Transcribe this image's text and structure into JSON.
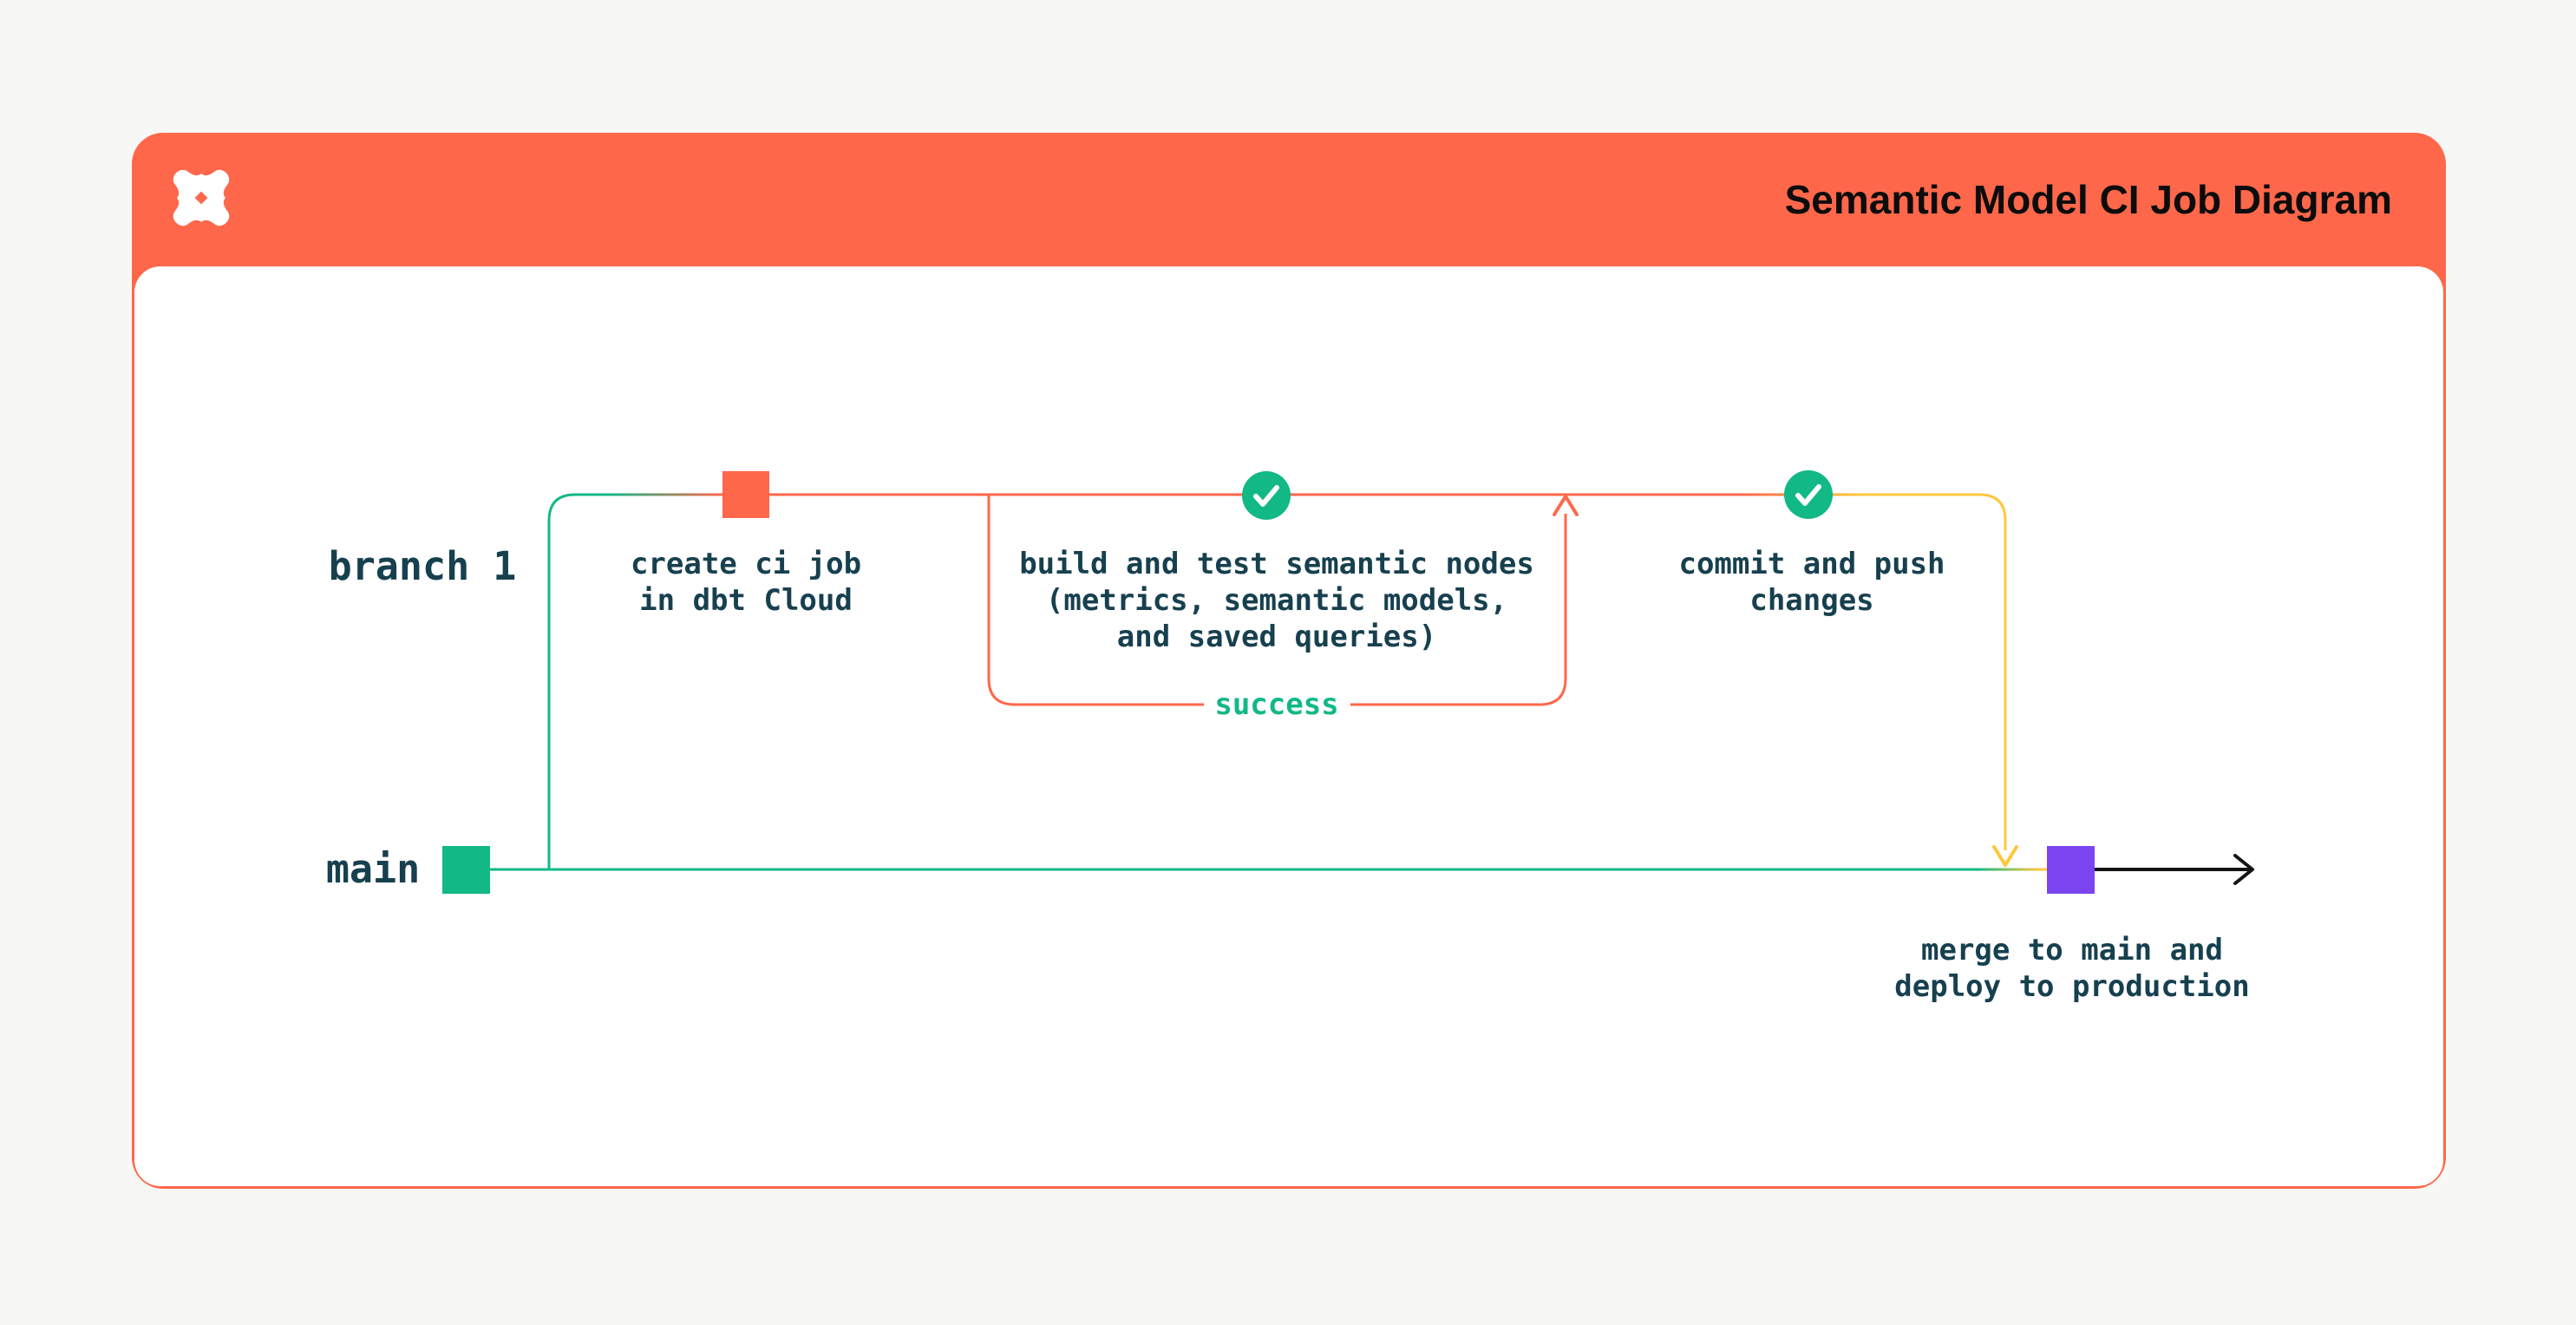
{
  "page": {
    "background": "#F7F7F5"
  },
  "palette": {
    "orange": "#FF674A",
    "emerald": "#12B886",
    "yellow": "#FFC73B",
    "purple": "#7A45F0",
    "ink": "#17404F",
    "title_ink": "#0C0C0C",
    "white": "#FFFFFF",
    "black": "#141414"
  },
  "header": {
    "title": "Semantic Model CI Job Diagram",
    "logo_name": "dbt-logo"
  },
  "diagram": {
    "branch_label": "branch 1",
    "main_label": "main",
    "success_label": "success",
    "nodes": {
      "create": {
        "label": "create ci job\nin dbt Cloud"
      },
      "build": {
        "label": "build and test semantic nodes\n(metrics, semantic models,\nand saved queries)"
      },
      "commit": {
        "label": "commit and push\nchanges"
      },
      "merge": {
        "label": "merge to main and\ndeploy to production"
      }
    }
  }
}
